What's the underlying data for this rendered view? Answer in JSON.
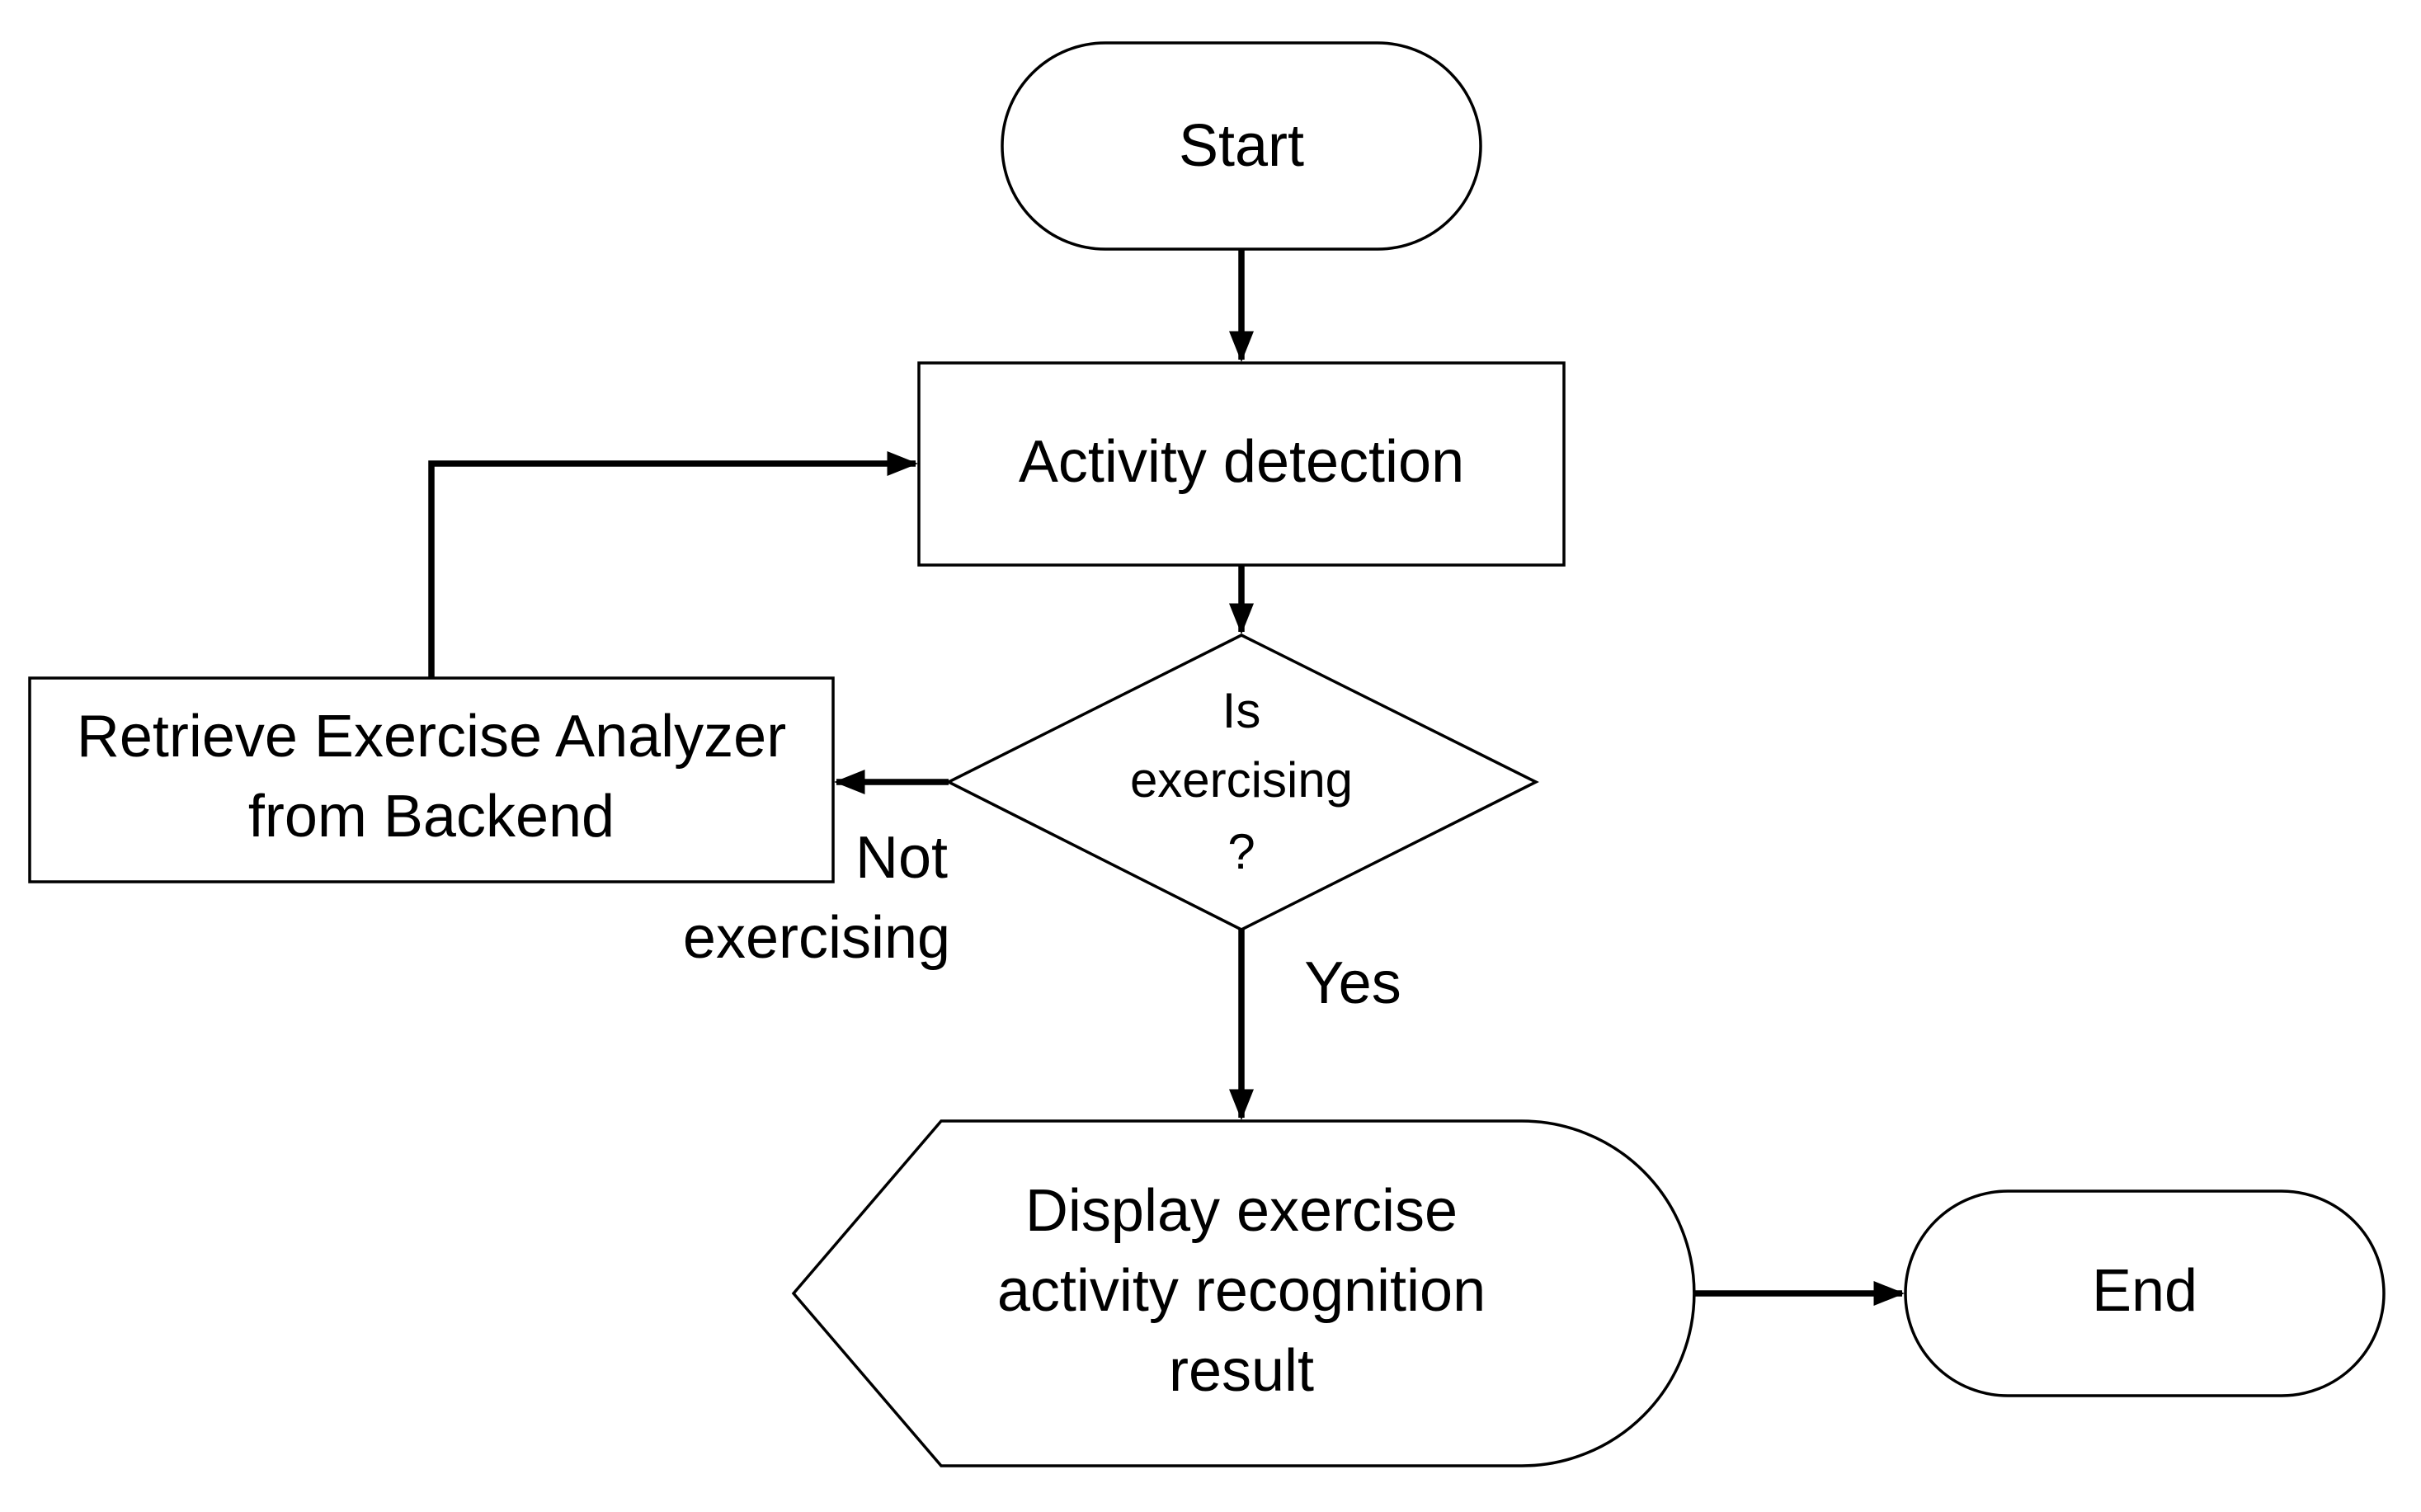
{
  "colors": {
    "background": "#ffffff",
    "stroke": "#000000",
    "fill": "#ffffff",
    "text": "#000000"
  },
  "nodes": {
    "start": {
      "label": "Start",
      "shape": "terminator"
    },
    "activity_detection": {
      "label": "Activity detection",
      "shape": "process"
    },
    "decision": {
      "lines": [
        "Is",
        "exercising",
        "?"
      ],
      "shape": "decision"
    },
    "retrieve": {
      "lines": [
        "Retrieve Exercise Analyzer",
        "from Backend"
      ],
      "shape": "process"
    },
    "display": {
      "lines": [
        "Display exercise",
        "activity recognition",
        "result"
      ],
      "shape": "display"
    },
    "end": {
      "label": "End",
      "shape": "terminator"
    }
  },
  "edges": {
    "not_exercising": {
      "lines": [
        "Not",
        "exercising"
      ]
    },
    "yes": {
      "label": "Yes"
    }
  }
}
